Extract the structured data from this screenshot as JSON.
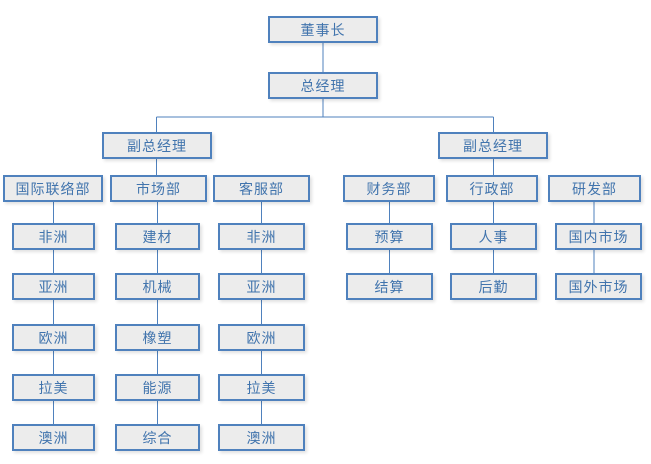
{
  "colors": {
    "node_border": "#4f81bd",
    "node_fill": "#ececec",
    "node_text": "#4174ad",
    "connector": "#4f81bd",
    "background": "#ffffff"
  },
  "nodes": {
    "chairman": "董事长",
    "general_manager": "总经理",
    "deputy_gm_left": "副总经理",
    "deputy_gm_right": "副总经理",
    "departments": {
      "intl": {
        "label": "国际联络部",
        "children": [
          "非洲",
          "亚洲",
          "欧洲",
          "拉美",
          "澳洲"
        ]
      },
      "market": {
        "label": "市场部",
        "children": [
          "建材",
          "机械",
          "橡塑",
          "能源",
          "综合"
        ]
      },
      "service": {
        "label": "客服部",
        "children": [
          "非洲",
          "亚洲",
          "欧洲",
          "拉美",
          "澳洲"
        ]
      },
      "finance": {
        "label": "财务部",
        "children": [
          "预算",
          "结算"
        ]
      },
      "admin": {
        "label": "行政部",
        "children": [
          "人事",
          "后勤"
        ]
      },
      "rd": {
        "label": "研发部",
        "children": [
          "国内市场",
          "国外市场"
        ]
      }
    }
  }
}
